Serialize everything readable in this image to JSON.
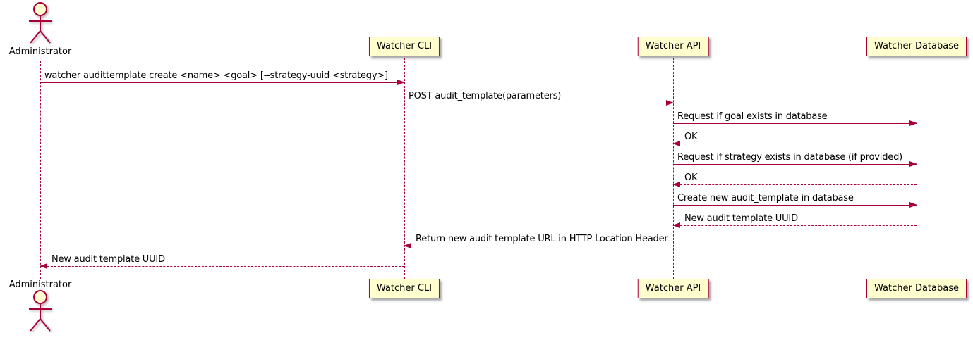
{
  "diagram": {
    "type": "sequence",
    "colors": {
      "line": "#A80036",
      "participant_fill": "#FEFECE",
      "text": "#000000",
      "background": "#FFFFFF"
    },
    "actor": {
      "name": "Administrator"
    },
    "participants": [
      {
        "name": "Watcher CLI"
      },
      {
        "name": "Watcher API"
      },
      {
        "name": "Watcher Database"
      }
    ],
    "messages": [
      {
        "from": "Administrator",
        "to": "Watcher CLI",
        "style": "solid",
        "label": "watcher audittemplate create <name> <goal> [--strategy-uuid <strategy>]"
      },
      {
        "from": "Watcher CLI",
        "to": "Watcher API",
        "style": "solid",
        "label": "POST audit_template(parameters)"
      },
      {
        "from": "Watcher API",
        "to": "Watcher Database",
        "style": "solid",
        "label": "Request if goal exists in database"
      },
      {
        "from": "Watcher Database",
        "to": "Watcher API",
        "style": "dashed",
        "label": "OK"
      },
      {
        "from": "Watcher API",
        "to": "Watcher Database",
        "style": "solid",
        "label": "Request if strategy exists in database (if provided)"
      },
      {
        "from": "Watcher Database",
        "to": "Watcher API",
        "style": "dashed",
        "label": "OK"
      },
      {
        "from": "Watcher API",
        "to": "Watcher Database",
        "style": "solid",
        "label": "Create new audit_template in database"
      },
      {
        "from": "Watcher Database",
        "to": "Watcher API",
        "style": "dashed",
        "label": "New audit template UUID"
      },
      {
        "from": "Watcher API",
        "to": "Watcher CLI",
        "style": "dashed",
        "label": "Return new audit template URL in HTTP Location Header"
      },
      {
        "from": "Watcher CLI",
        "to": "Administrator",
        "style": "dashed",
        "label": "New audit template UUID"
      }
    ]
  }
}
